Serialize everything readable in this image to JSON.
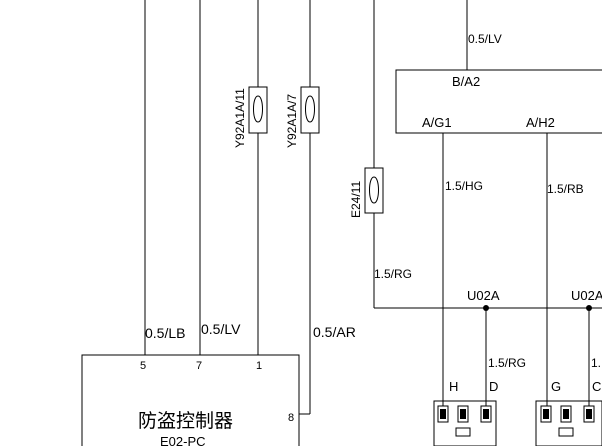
{
  "wires": {
    "top_right": "0.5/LV",
    "left_lb": "0.5/LB",
    "left_lv": "0.5/LV",
    "left_ar": "0.5/AR",
    "hg": "1.5/HG",
    "rb": "1.5/RB",
    "rg_upper": "1.5/RG",
    "rg_lower": "1.5/RG",
    "partial_right": "1."
  },
  "fuses": {
    "f1": "Y92A1A/11",
    "f2": "Y92A1A/7",
    "f3": "E24/11"
  },
  "module_b": {
    "title": "B/A2",
    "pin_g1": "A/G1",
    "pin_h2": "A/H2"
  },
  "splice": {
    "left": "U02A",
    "right": "U02A"
  },
  "controller": {
    "name": "防盗控制器",
    "code": "E02-PC",
    "pins": [
      "5",
      "7",
      "1",
      "8"
    ]
  },
  "connectors": {
    "left": {
      "pins": [
        "H",
        "D"
      ]
    },
    "right": {
      "pins": [
        "G",
        "C"
      ]
    }
  }
}
